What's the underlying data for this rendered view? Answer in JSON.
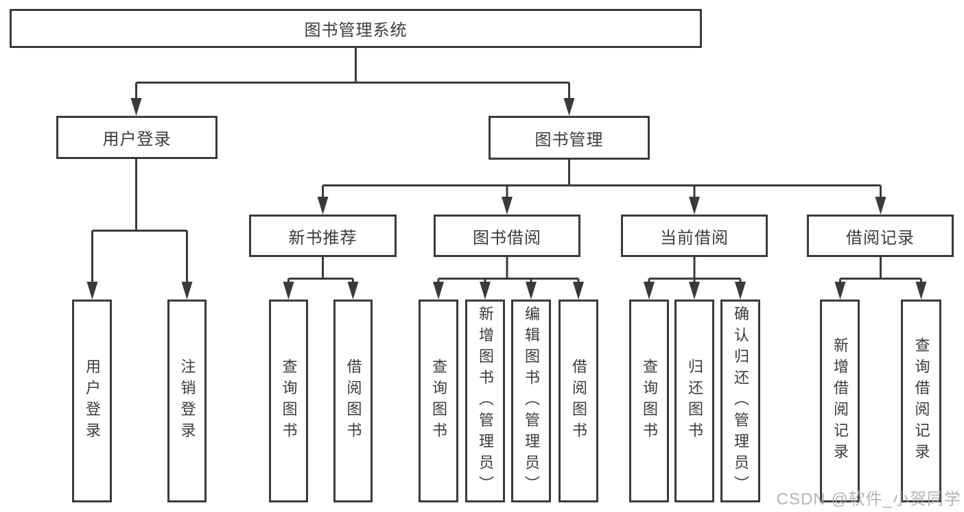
{
  "watermark": "CSDN @软件_小贺同学",
  "colors": {
    "line": "#3a3a3a",
    "text": "#3b3b3b",
    "background": "#ffffff",
    "watermark": "#a8a8a8"
  },
  "tree": {
    "root": {
      "label": "图书管理系统"
    },
    "branches": [
      {
        "label": "用户登录",
        "children": [
          {
            "label": "用户登录"
          },
          {
            "label": "注销登录"
          }
        ]
      },
      {
        "label": "图书管理",
        "children": [
          {
            "label": "新书推荐",
            "children": [
              {
                "label": "查询图书"
              },
              {
                "label": "借阅图书"
              }
            ]
          },
          {
            "label": "图书借阅",
            "children": [
              {
                "label": "查询图书"
              },
              {
                "label": "新增图书（管理员）"
              },
              {
                "label": "编辑图书（管理员）"
              },
              {
                "label": "借阅图书"
              }
            ]
          },
          {
            "label": "当前借阅",
            "children": [
              {
                "label": "查询图书"
              },
              {
                "label": "归还图书"
              },
              {
                "label": "确认归还（管理员）"
              }
            ]
          },
          {
            "label": "借阅记录",
            "children": [
              {
                "label": "新增借阅记录"
              },
              {
                "label": "查询借阅记录"
              }
            ]
          }
        ]
      }
    ]
  }
}
